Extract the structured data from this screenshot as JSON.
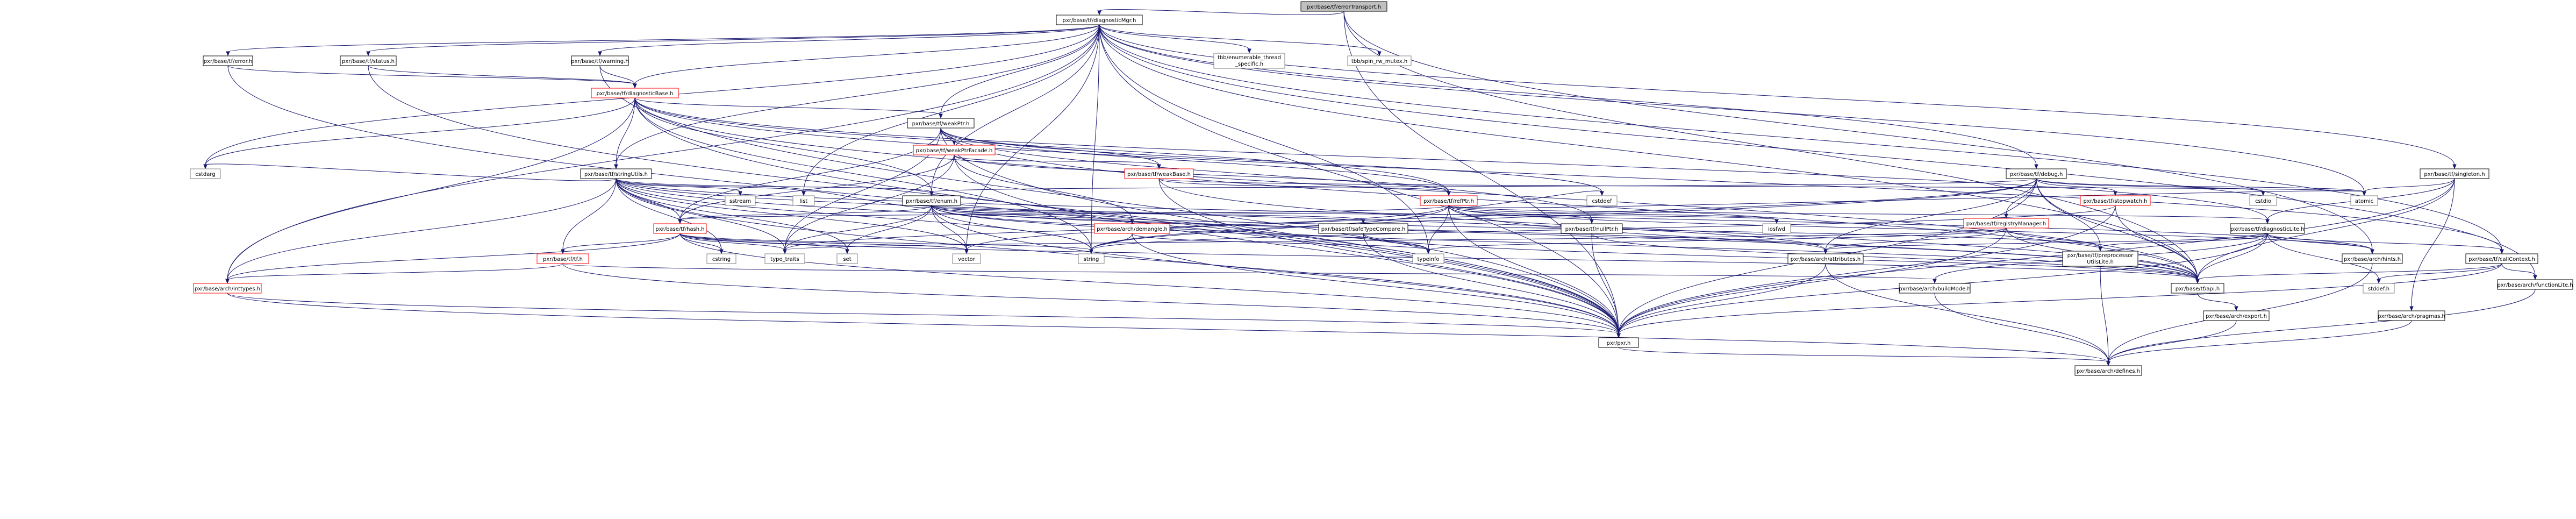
{
  "colors": {
    "node_fill": "#ffffff",
    "node_border": "#000000",
    "node_border_truncated": "#ff0000",
    "root_fill": "#bfbfbf",
    "edge": "#191970",
    "text": "#000000",
    "text_system": "#808080"
  },
  "root": "pxr/base/tf/errorTransport.h",
  "nodes": {
    "errorTransport": {
      "label": "pxr/base/tf/errorTransport.h",
      "kind": "root"
    },
    "diagnosticMgr": {
      "label": "pxr/base/tf/diagnosticMgr.h",
      "kind": "normal"
    },
    "error": {
      "label": "pxr/base/tf/error.h",
      "kind": "normal"
    },
    "status": {
      "label": "pxr/base/tf/status.h",
      "kind": "normal"
    },
    "warning": {
      "label": "pxr/base/tf/warning.h",
      "kind": "normal"
    },
    "tbb_enum": {
      "label1": "tbb/enumerable_thread",
      "label2": "_specific.h",
      "kind": "system"
    },
    "tbb_spin": {
      "label": "tbb/spin_rw_mutex.h",
      "kind": "system"
    },
    "diagnosticBase": {
      "label": "pxr/base/tf/diagnosticBase.h",
      "kind": "truncated"
    },
    "weakPtr": {
      "label": "pxr/base/tf/weakPtr.h",
      "kind": "normal"
    },
    "weakPtrFacade": {
      "label": "pxr/base/tf/weakPtrFacade.h",
      "kind": "truncated"
    },
    "stringUtils": {
      "label": "pxr/base/tf/stringUtils.h",
      "kind": "normal"
    },
    "weakBase": {
      "label": "pxr/base/tf/weakBase.h",
      "kind": "truncated"
    },
    "debug": {
      "label": "pxr/base/tf/debug.h",
      "kind": "normal"
    },
    "singleton": {
      "label": "pxr/base/tf/singleton.h",
      "kind": "normal"
    },
    "enum": {
      "label": "pxr/base/tf/enum.h",
      "kind": "normal"
    },
    "refPtr": {
      "label": "pxr/base/tf/refPtr.h",
      "kind": "truncated"
    },
    "stopwatch": {
      "label": "pxr/base/tf/stopwatch.h",
      "kind": "truncated"
    },
    "registryManager": {
      "label": "pxr/base/tf/registryManager.h",
      "kind": "truncated"
    },
    "hash": {
      "label": "pxr/base/tf/hash.h",
      "kind": "truncated"
    },
    "demangle": {
      "label": "pxr/base/arch/demangle.h",
      "kind": "truncated"
    },
    "safeTypeCompare": {
      "label": "pxr/base/tf/safeTypeCompare.h",
      "kind": "normal"
    },
    "nullPtr": {
      "label": "pxr/base/tf/nullPtr.h",
      "kind": "normal"
    },
    "diagnosticLite": {
      "label": "pxr/base/tf/diagnosticLite.h",
      "kind": "normal"
    },
    "preprocessorUtilsLite": {
      "label1": "pxr/base/tf/preprocessor",
      "label2": "UtilsLite.h",
      "kind": "normal"
    },
    "hints": {
      "label": "pxr/base/arch/hints.h",
      "kind": "normal"
    },
    "callContext": {
      "label": "pxr/base/tf/callContext.h",
      "kind": "normal"
    },
    "functionLite": {
      "label": "pxr/base/arch/functionLite.h",
      "kind": "normal"
    },
    "tf": {
      "label": "pxr/base/tf/tf.h",
      "kind": "truncated"
    },
    "inttypes": {
      "label": "pxr/base/arch/inttypes.h",
      "kind": "truncated"
    },
    "attributes": {
      "label": "pxr/base/arch/attributes.h",
      "kind": "normal"
    },
    "buildMode": {
      "label": "pxr/base/arch/buildMode.h",
      "kind": "normal"
    },
    "tfApi": {
      "label": "pxr/base/tf/api.h",
      "kind": "normal"
    },
    "exportH": {
      "label": "pxr/base/arch/export.h",
      "kind": "normal"
    },
    "pragmas": {
      "label": "pxr/base/arch/pragmas.h",
      "kind": "normal"
    },
    "pxr": {
      "label": "pxr/pxr.h",
      "kind": "normal"
    },
    "defines": {
      "label": "pxr/base/arch/defines.h",
      "kind": "normal"
    },
    "cstdarg": {
      "label": "cstdarg",
      "kind": "system"
    },
    "list": {
      "label": "list",
      "kind": "system"
    },
    "sstream": {
      "label": "sstream",
      "kind": "system"
    },
    "atomic": {
      "label": "atomic",
      "kind": "system"
    },
    "cstdio": {
      "label": "cstdio",
      "kind": "system"
    },
    "cstddef": {
      "label": "cstddef",
      "kind": "system"
    },
    "iosfwd": {
      "label": "iosfwd",
      "kind": "system"
    },
    "typeinfo": {
      "label": "typeinfo",
      "kind": "system"
    },
    "cstring": {
      "label": "cstring",
      "kind": "system"
    },
    "type_traits": {
      "label": "type_traits",
      "kind": "system"
    },
    "set": {
      "label": "set",
      "kind": "system"
    },
    "vector": {
      "label": "vector",
      "kind": "system"
    },
    "string": {
      "label": "string",
      "kind": "system"
    },
    "stddef": {
      "label": "stddef.h",
      "kind": "system"
    }
  }
}
